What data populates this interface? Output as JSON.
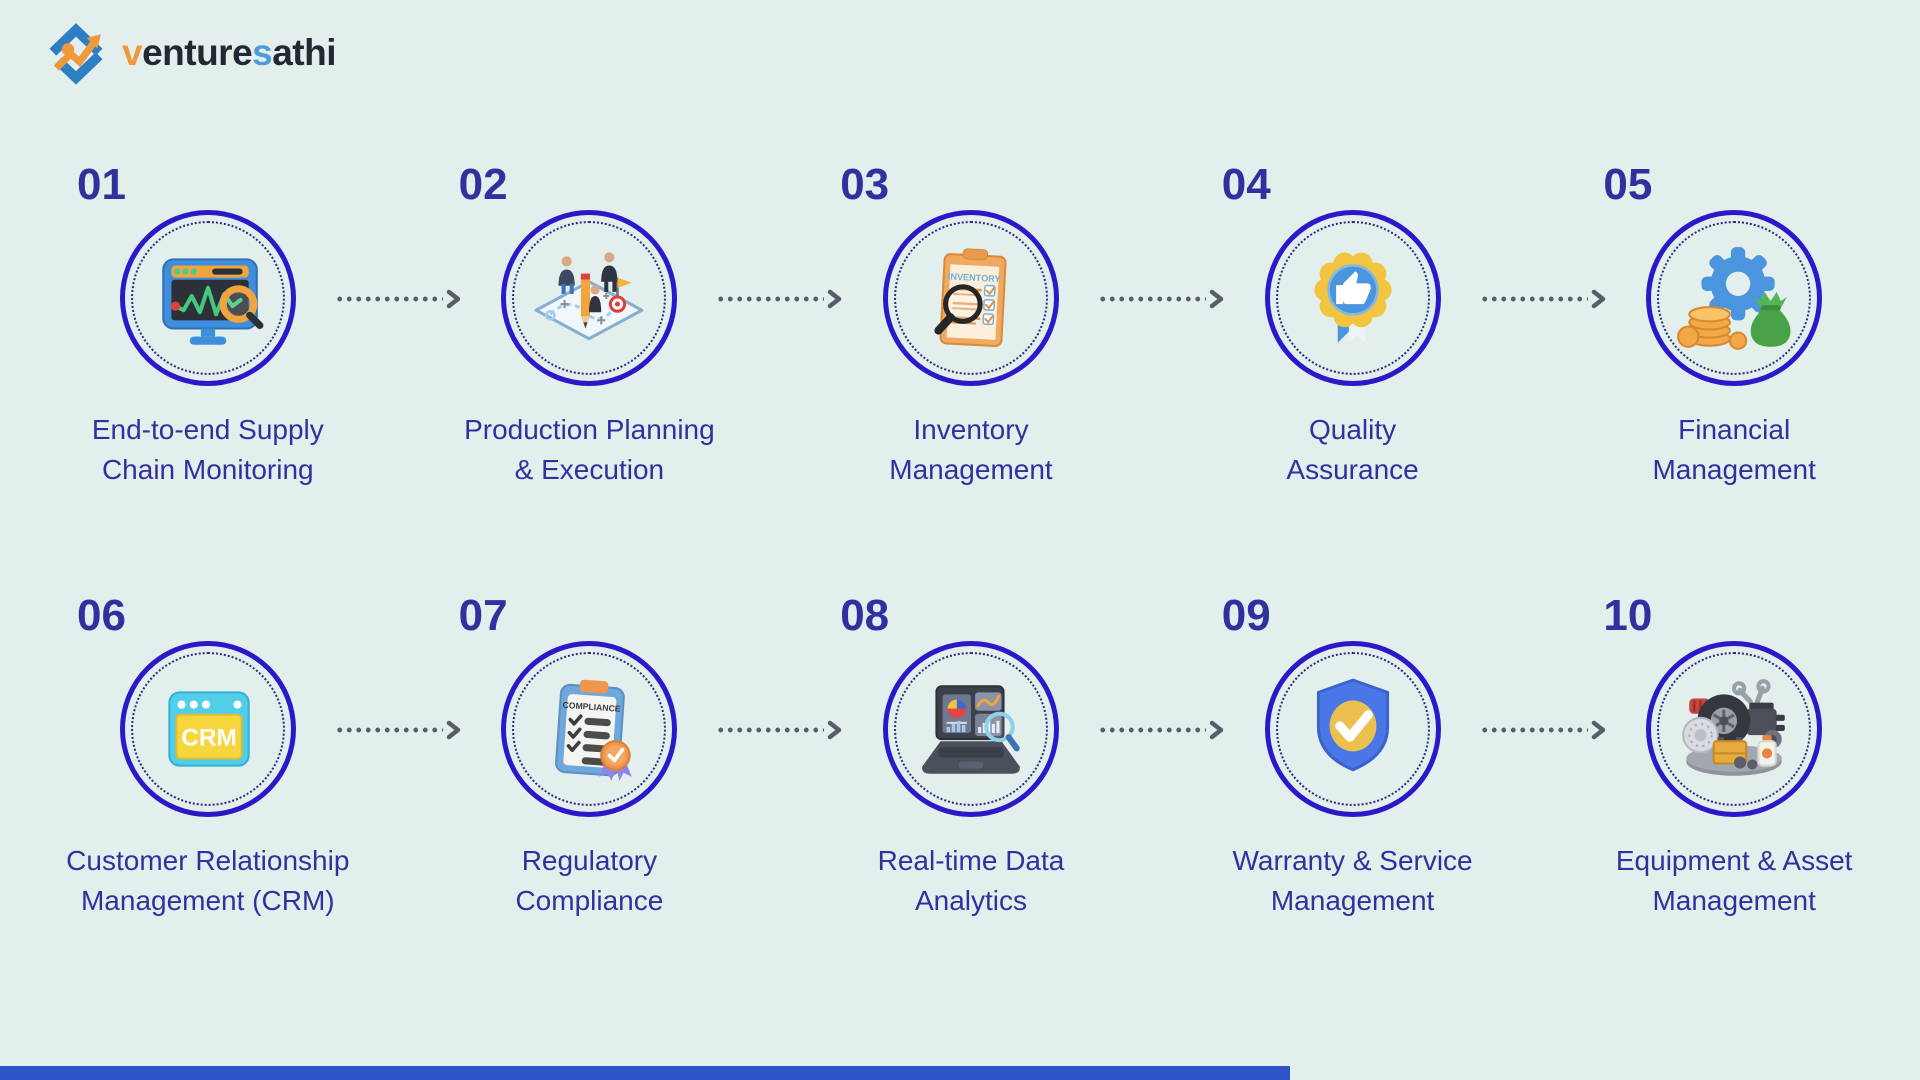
{
  "brand": {
    "logo_icon": "venturesathi-logo-icon",
    "name_parts": {
      "p1": "v",
      "p2": "enture",
      "p3": "s",
      "p4": "athi"
    }
  },
  "colors": {
    "background": "#e3efec",
    "ring": "#2b18c9",
    "ring-dots": "#252f7d",
    "text": "#32309e",
    "arrow": "#565e6a",
    "logo-text": "#232832",
    "logo-orange": "#f0993b",
    "logo-blue": "#4a9bd8",
    "footer-bar": "#2d53c8"
  },
  "steps": [
    {
      "number": "01",
      "title_lines": [
        "End-to-end Supply",
        "Chain Monitoring"
      ],
      "icon": "supply-chain-monitoring-icon"
    },
    {
      "number": "02",
      "title_lines": [
        "Production Planning",
        "& Execution"
      ],
      "icon": "production-planning-icon"
    },
    {
      "number": "03",
      "title_lines": [
        "Inventory",
        "Management"
      ],
      "icon": "inventory-management-icon"
    },
    {
      "number": "04",
      "title_lines": [
        "Quality",
        "Assurance"
      ],
      "icon": "quality-assurance-icon"
    },
    {
      "number": "05",
      "title_lines": [
        "Financial",
        "Management"
      ],
      "icon": "financial-management-icon"
    },
    {
      "number": "06",
      "title_lines": [
        "Customer Relationship",
        "Management (CRM)"
      ],
      "icon": "crm-icon"
    },
    {
      "number": "07",
      "title_lines": [
        "Regulatory",
        "Compliance"
      ],
      "icon": "regulatory-compliance-icon"
    },
    {
      "number": "08",
      "title_lines": [
        "Real-time Data",
        "Analytics"
      ],
      "icon": "real-time-data-analytics-icon"
    },
    {
      "number": "09",
      "title_lines": [
        "Warranty & Service",
        "Management"
      ],
      "icon": "warranty-service-icon"
    },
    {
      "number": "10",
      "title_lines": [
        "Equipment & Asset",
        "Management"
      ],
      "icon": "equipment-asset-icon"
    }
  ],
  "icon_texts": {
    "inventory_title": "INVENTORY",
    "crm_label": "CRM",
    "compliance_title": "COMPLIANCE"
  }
}
